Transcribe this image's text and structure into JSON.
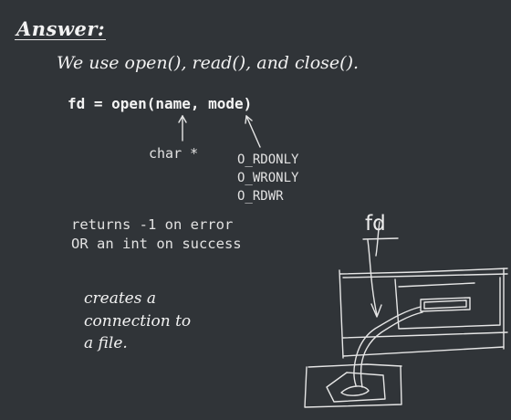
{
  "heading": "Answer:",
  "intro": "We use open(), read(), and close().",
  "code": "fd = open(name, mode)",
  "name_type": "char *",
  "mode_flags": [
    "O_RDONLY",
    "O_WRONLY",
    "O_RDWR"
  ],
  "returns": [
    "returns -1 on error",
    "OR an int on success"
  ],
  "note": [
    "creates a",
    "connection to",
    "a file."
  ],
  "sketch_label": "fd"
}
